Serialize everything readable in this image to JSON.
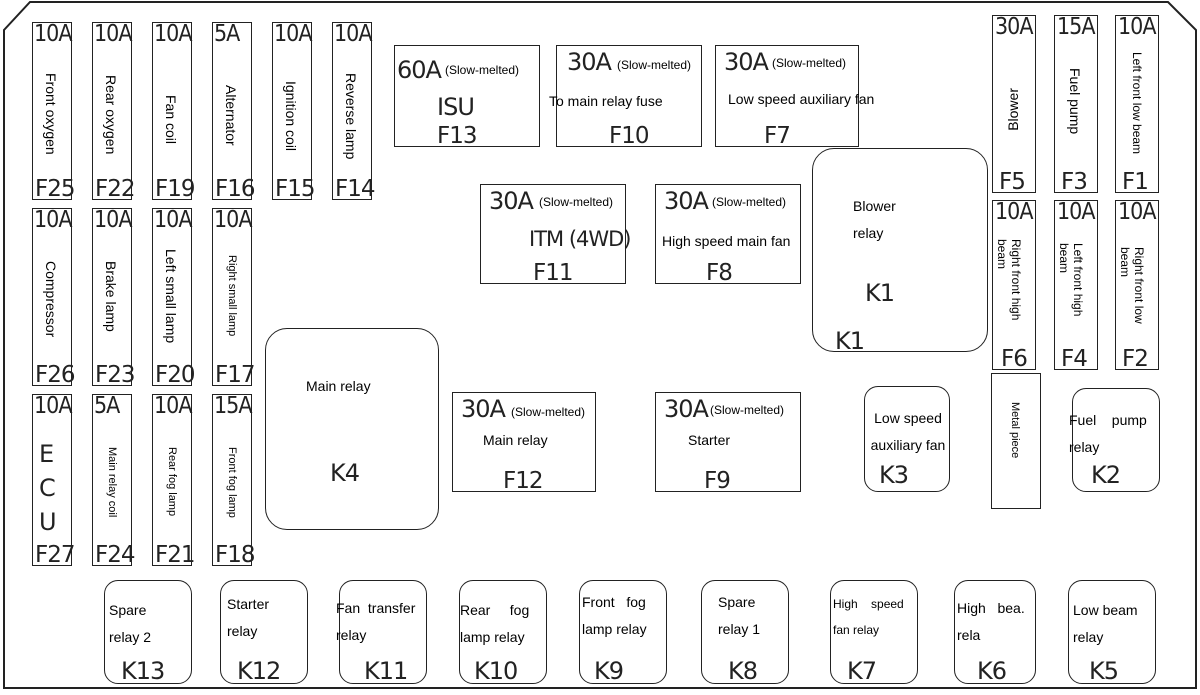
{
  "fuses": {
    "f25": {
      "amp": "10A",
      "label": "Front oxygen",
      "code": "F25"
    },
    "f22": {
      "amp": "10A",
      "label": "Rear oxygen",
      "code": "F22"
    },
    "f19": {
      "amp": "10A",
      "label": "Fan coil",
      "code": "F19"
    },
    "f16": {
      "amp": "5A",
      "label": "Alternator",
      "code": "F16"
    },
    "f15": {
      "amp": "10A",
      "label": "Ignition coil",
      "code": "F15"
    },
    "f14": {
      "amp": "10A",
      "label": "Reverse lamp",
      "code": "F14"
    },
    "f26": {
      "amp": "10A",
      "label": "Compressor",
      "code": "F26"
    },
    "f23": {
      "amp": "10A",
      "label": "Brake lamp",
      "code": "F23"
    },
    "f20": {
      "amp": "10A",
      "label": "Left small lamp",
      "code": "F20"
    },
    "f17": {
      "amp": "10A",
      "label": "Right small lamp",
      "code": "F17"
    },
    "f27": {
      "amp": "10A",
      "label_e": "E\nC\nU",
      "code": "F27"
    },
    "f24": {
      "amp": "5A",
      "label": "Main relay coil",
      "code": "F24"
    },
    "f21": {
      "amp": "10A",
      "label": "Rear fog lamp",
      "code": "F21"
    },
    "f18": {
      "amp": "15A",
      "label": "Front fog lamp",
      "code": "F18"
    },
    "f13": {
      "amp": "60A",
      "note": "(Slow-melted)",
      "label": "ISU",
      "code": "F13"
    },
    "f10": {
      "amp": "30A",
      "note": "(Slow-melted)",
      "label": "To main relay fuse",
      "code": "F10"
    },
    "f7": {
      "amp": "30A",
      "note": "(Slow-melted)",
      "label": "Low speed auxiliary fan",
      "code": "F7"
    },
    "f11": {
      "amp": "30A",
      "note": "(Slow-melted)",
      "label": "ITM (4WD)",
      "code": "F11"
    },
    "f8": {
      "amp": "30A",
      "note": "(Slow-melted)",
      "label": "High speed main fan",
      "code": "F8"
    },
    "f12": {
      "amp": "30A",
      "note": "(Slow-melted)",
      "label": "Main relay",
      "code": "F12"
    },
    "f9": {
      "amp": "30A",
      "note": "(Slow-melted)",
      "label": "Starter",
      "code": "F9"
    },
    "f5": {
      "amp": "30A",
      "label": "Blower",
      "code": "F5"
    },
    "f3": {
      "amp": "15A",
      "label": "Fuel pump",
      "code": "F3"
    },
    "f1": {
      "amp": "10A",
      "label": "Left front low beam",
      "code": "F1"
    },
    "f6": {
      "amp": "10A",
      "label": "Right front high\nbeam",
      "code": "F6"
    },
    "f4": {
      "amp": "10A",
      "label": "Left front high\nbeam",
      "code": "F4"
    },
    "f2": {
      "amp": "10A",
      "label": "Right front low\nbeam",
      "code": "F2"
    }
  },
  "relays": {
    "k4": {
      "label": "Main relay",
      "code": "K4"
    },
    "k1": {
      "label": "Blower\nrelay",
      "code": "K1",
      "code2": "K1"
    },
    "k3": {
      "label": "Low speed\nauxiliary fan",
      "code": "K3"
    },
    "k2": {
      "label": "Fuel    pump\nrelay",
      "code": "K2"
    },
    "k13": {
      "label": "Spare\nrelay 2",
      "code": "K13"
    },
    "k12": {
      "label": "Starter\nrelay",
      "code": "K12"
    },
    "k11": {
      "label": "Fan  transfer\nrelay",
      "code": "K11"
    },
    "k10": {
      "label": "Rear     fog\nlamp relay",
      "code": "K10"
    },
    "k9": {
      "label": "Front   fog\nlamp relay",
      "code": "K9"
    },
    "k8": {
      "label": "Spare\nrelay 1",
      "code": "K8"
    },
    "k7": {
      "label": "High    speed\nfan relay",
      "code": "K7"
    },
    "k6": {
      "label": "High   bea.\nrela",
      "code": "K6"
    },
    "k5": {
      "label": "Low beam\nrelay",
      "code": "K5"
    }
  },
  "metal_piece": {
    "label": "Metal piece"
  }
}
